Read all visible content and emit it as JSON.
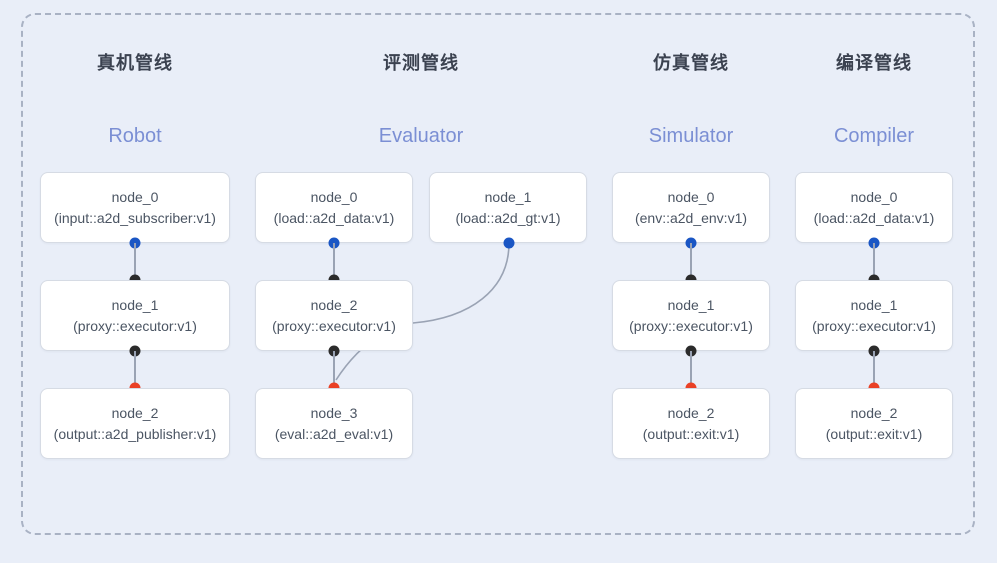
{
  "frame": {
    "style": "dashed-rounded-container",
    "background_color": "#e9eef8",
    "border_color": "#a9b2c4"
  },
  "colors": {
    "page_background": "#e9eef8",
    "node_background": "#ffffff",
    "node_border": "#d6dbe4",
    "title_text": "#3b4250",
    "subtitle_text": "#7b8fd4",
    "node_text": "#4b5563",
    "port_input": "#1a56c4",
    "port_middle": "#2b2b2b",
    "port_output": "#ea4126",
    "edge": "#9aa3b4"
  },
  "columns": [
    {
      "title": "真机管线",
      "subtitle": "Robot",
      "nodes": [
        {
          "name": "node_0",
          "spec": "(input::a2d_subscriber:v1)"
        },
        {
          "name": "node_1",
          "spec": "(proxy::executor:v1)"
        },
        {
          "name": "node_2",
          "spec": "(output::a2d_publisher:v1)"
        }
      ]
    },
    {
      "title": "评测管线",
      "subtitle": "Evaluator",
      "nodes": [
        {
          "name": "node_0",
          "spec": "(load::a2d_data:v1)"
        },
        {
          "name": "node_2",
          "spec": "(proxy::executor:v1)"
        },
        {
          "name": "node_3",
          "spec": "(eval::a2d_eval:v1)"
        },
        {
          "name": "node_1",
          "spec": "(load::a2d_gt:v1)"
        }
      ]
    },
    {
      "title": "仿真管线",
      "subtitle": "Simulator",
      "nodes": [
        {
          "name": "node_0",
          "spec": "(env::a2d_env:v1)"
        },
        {
          "name": "node_1",
          "spec": "(proxy::executor:v1)"
        },
        {
          "name": "node_2",
          "spec": "(output::exit:v1)"
        }
      ]
    },
    {
      "title": "编译管线",
      "subtitle": "Compiler",
      "nodes": [
        {
          "name": "node_0",
          "spec": "(load::a2d_data:v1)"
        },
        {
          "name": "node_1",
          "spec": "(proxy::executor:v1)"
        },
        {
          "name": "node_2",
          "spec": "(output::exit:v1)"
        }
      ]
    }
  ]
}
